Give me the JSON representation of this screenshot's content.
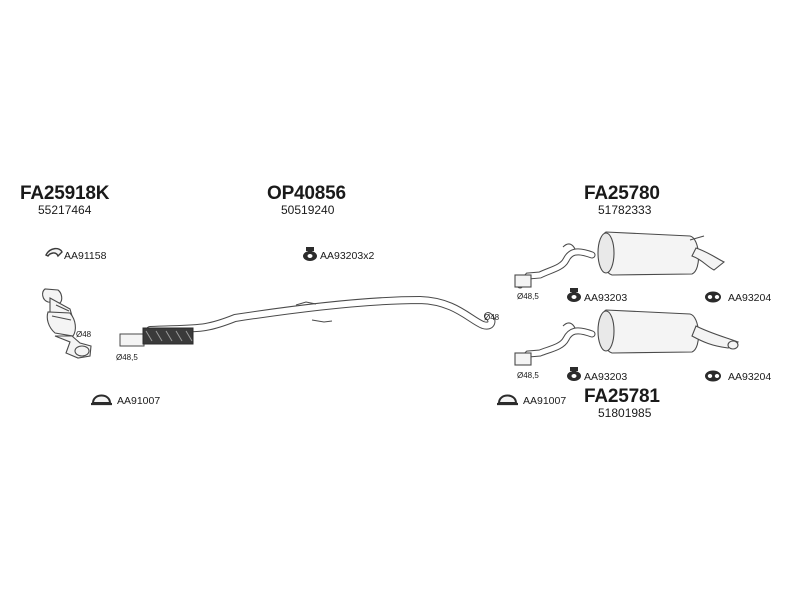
{
  "groups": {
    "cat": {
      "code": "FA25918K",
      "oem": "55217464"
    },
    "mid": {
      "code": "OP40856",
      "oem": "50519240"
    },
    "rear1": {
      "code": "FA25780",
      "oem": "51782333"
    },
    "rear2": {
      "code": "FA25781",
      "oem": "51801985"
    }
  },
  "accessories": {
    "a1": "AA91158",
    "a2": "AA93203x2",
    "a3": "AA93203",
    "a4": "AA93204",
    "a5": "AA93203",
    "a6": "AA93204",
    "a7": "AA91007",
    "a8": "AA91007"
  },
  "diameters": {
    "d1": "Ø48",
    "d2": "Ø48,5",
    "d3": "Ø48",
    "d4": "Ø48,5",
    "d5": "Ø48,5"
  },
  "colors": {
    "line": "#4a4a4a",
    "fill": "#f4f4f4",
    "dark": "#2b2b2b"
  }
}
